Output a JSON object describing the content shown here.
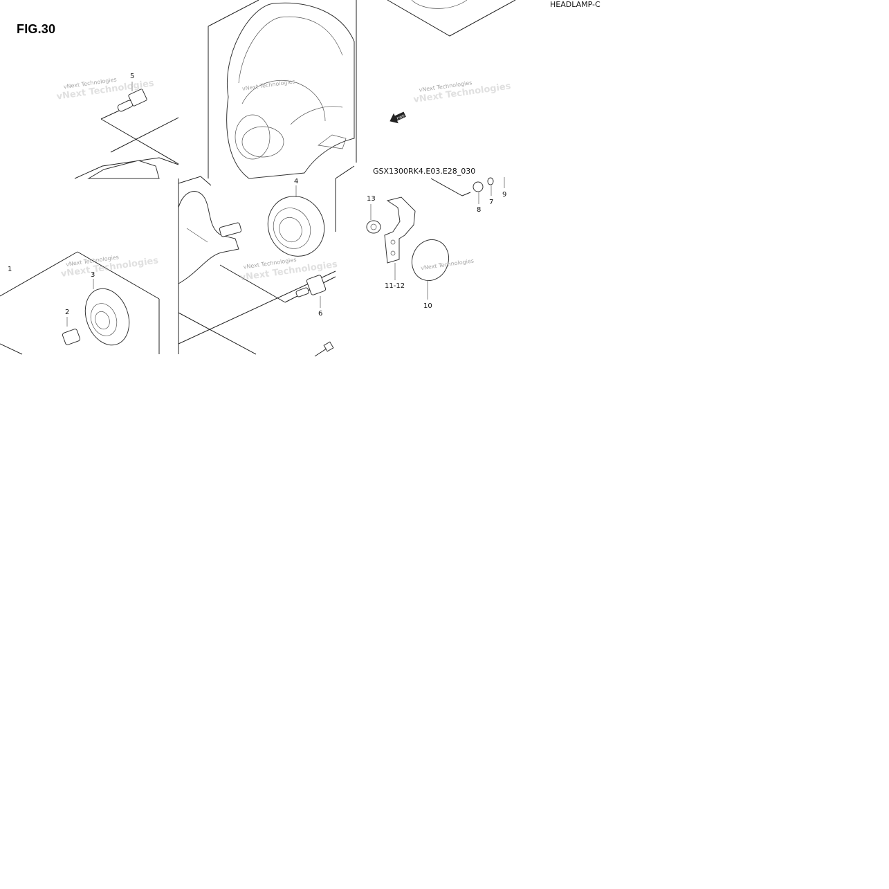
{
  "figure": {
    "title": "FIG.30",
    "section": "HEADLAMP-C",
    "drawing_code": "GSX1300RK4.E03.E28_030"
  },
  "callouts": [
    "1",
    "2",
    "3",
    "4",
    "5",
    "6",
    "7",
    "8",
    "9",
    "10",
    "11-12",
    "13"
  ],
  "watermark": {
    "text": "vNext Technologies"
  },
  "icons": {
    "direction_arrow": "fwd-arrow-icon",
    "direction_label": "FWD"
  }
}
